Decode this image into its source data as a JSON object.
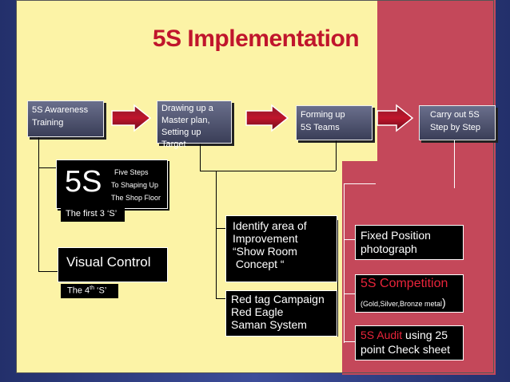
{
  "title": "5S Implementation",
  "steps": [
    {
      "lines": [
        "5S Awareness",
        "Training"
      ]
    },
    {
      "lines": [
        "Drawing up a",
        "Master plan,",
        "Setting up Target"
      ]
    },
    {
      "lines": [
        "Forming up",
        "5S Teams"
      ]
    },
    {
      "lines": [
        "Carry out 5S",
        "Step by Step"
      ]
    }
  ],
  "five_s": {
    "big": "5S",
    "small": [
      "Five Steps",
      "To Shaping Up",
      "The Shop Floor"
    ],
    "caption": "The first 3 ‘S’"
  },
  "visual_control": {
    "label": "Visual Control",
    "caption_pre": "The 4",
    "caption_sup": "th",
    "caption_post": " ‘S’"
  },
  "identify": {
    "lines": [
      "Identify area of",
      "Improvement",
      "“Show Room",
      " Concept “"
    ]
  },
  "red_tag": {
    "lines": [
      "Red tag Campaign",
      "Red Eagle",
      "Saman System"
    ]
  },
  "fixed_position": {
    "lines": [
      "Fixed Position",
      "photograph"
    ]
  },
  "competition": {
    "label": "5S Competition",
    "sub": "(Gold,Silver,Bronze metal",
    "close": ")"
  },
  "audit": {
    "highlight": "5S Audit",
    "rest": " using 25",
    "line2": "point Check sheet"
  },
  "colors": {
    "title": "#c0152c",
    "red_panel": "#c4485a",
    "yellow_bg": "#fcf3a6",
    "highlight_red": "#e8243a"
  }
}
